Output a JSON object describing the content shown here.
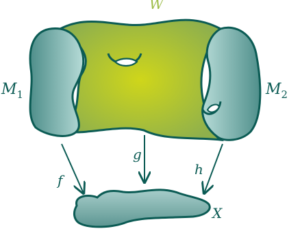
{
  "labels": {
    "cobordism": "W",
    "left_boundary": "M",
    "left_boundary_index": "1",
    "right_boundary": "M",
    "right_boundary_index": "2",
    "target_space": "X",
    "map_left": "f",
    "map_middle": "g",
    "map_right": "h"
  },
  "colors": {
    "outline": "#0b5b54",
    "label": "#0b5b54",
    "w_label": "#9cbc48",
    "w_fill_center": "#cfd61a",
    "w_fill_edge": "#8fb04c",
    "boundary_fill_light": "#b6dbd7",
    "boundary_fill_dark": "#4f8f8b",
    "target_fill_light": "#a7cdca",
    "target_fill_dark": "#5d9692"
  }
}
